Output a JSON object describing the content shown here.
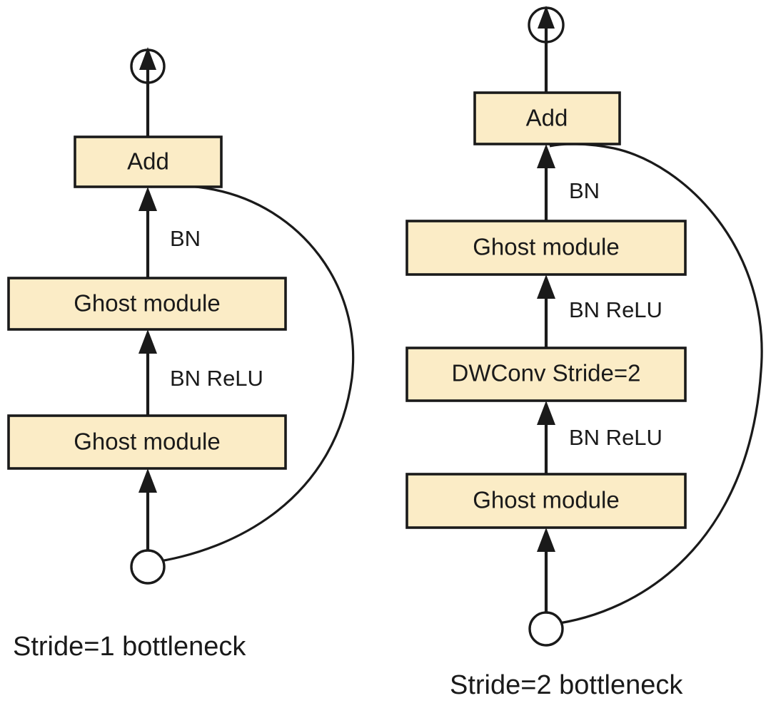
{
  "figure": {
    "background_color": "#ffffff",
    "box_fill_color": "#fbecc6",
    "box_stroke_color": "#1a1a1a",
    "line_color": "#1a1a1a"
  },
  "panels": [
    {
      "id": "stride1",
      "caption": "Stride=1 bottleneck",
      "boxes": [
        {
          "id": "s1-add",
          "label": "Add"
        },
        {
          "id": "s1-ghost-top",
          "label": "Ghost module"
        },
        {
          "id": "s1-ghost-bottom",
          "label": "Ghost module"
        }
      ],
      "edge_labels": [
        {
          "id": "s1-bn",
          "label": "BN"
        },
        {
          "id": "s1-bn-relu",
          "label": "BN ReLU"
        }
      ],
      "endpoints": [
        {
          "id": "s1-output-node",
          "role": "output"
        },
        {
          "id": "s1-input-node",
          "role": "input"
        }
      ],
      "skip_connection": "identity shortcut from input node to Add"
    },
    {
      "id": "stride2",
      "caption": "Stride=2 bottleneck",
      "boxes": [
        {
          "id": "s2-add",
          "label": "Add"
        },
        {
          "id": "s2-ghost-top",
          "label": "Ghost module"
        },
        {
          "id": "s2-dwconv",
          "label": "DWConv Stride=2"
        },
        {
          "id": "s2-ghost-bottom",
          "label": "Ghost module"
        }
      ],
      "edge_labels": [
        {
          "id": "s2-bn",
          "label": "BN"
        },
        {
          "id": "s2-bn-relu-upper",
          "label": "BN ReLU"
        },
        {
          "id": "s2-bn-relu-lower",
          "label": "BN ReLU"
        }
      ],
      "endpoints": [
        {
          "id": "s2-output-node",
          "role": "output"
        },
        {
          "id": "s2-input-node",
          "role": "input"
        }
      ],
      "skip_connection": "identity shortcut from input node to Add"
    }
  ],
  "text": {
    "add": "Add",
    "ghost_module": "Ghost module",
    "dwconv_stride2": "DWConv Stride=2",
    "bn": "BN",
    "bn_relu": "BN ReLU",
    "caption_left": "Stride=1 bottleneck",
    "caption_right": "Stride=2 bottleneck"
  }
}
